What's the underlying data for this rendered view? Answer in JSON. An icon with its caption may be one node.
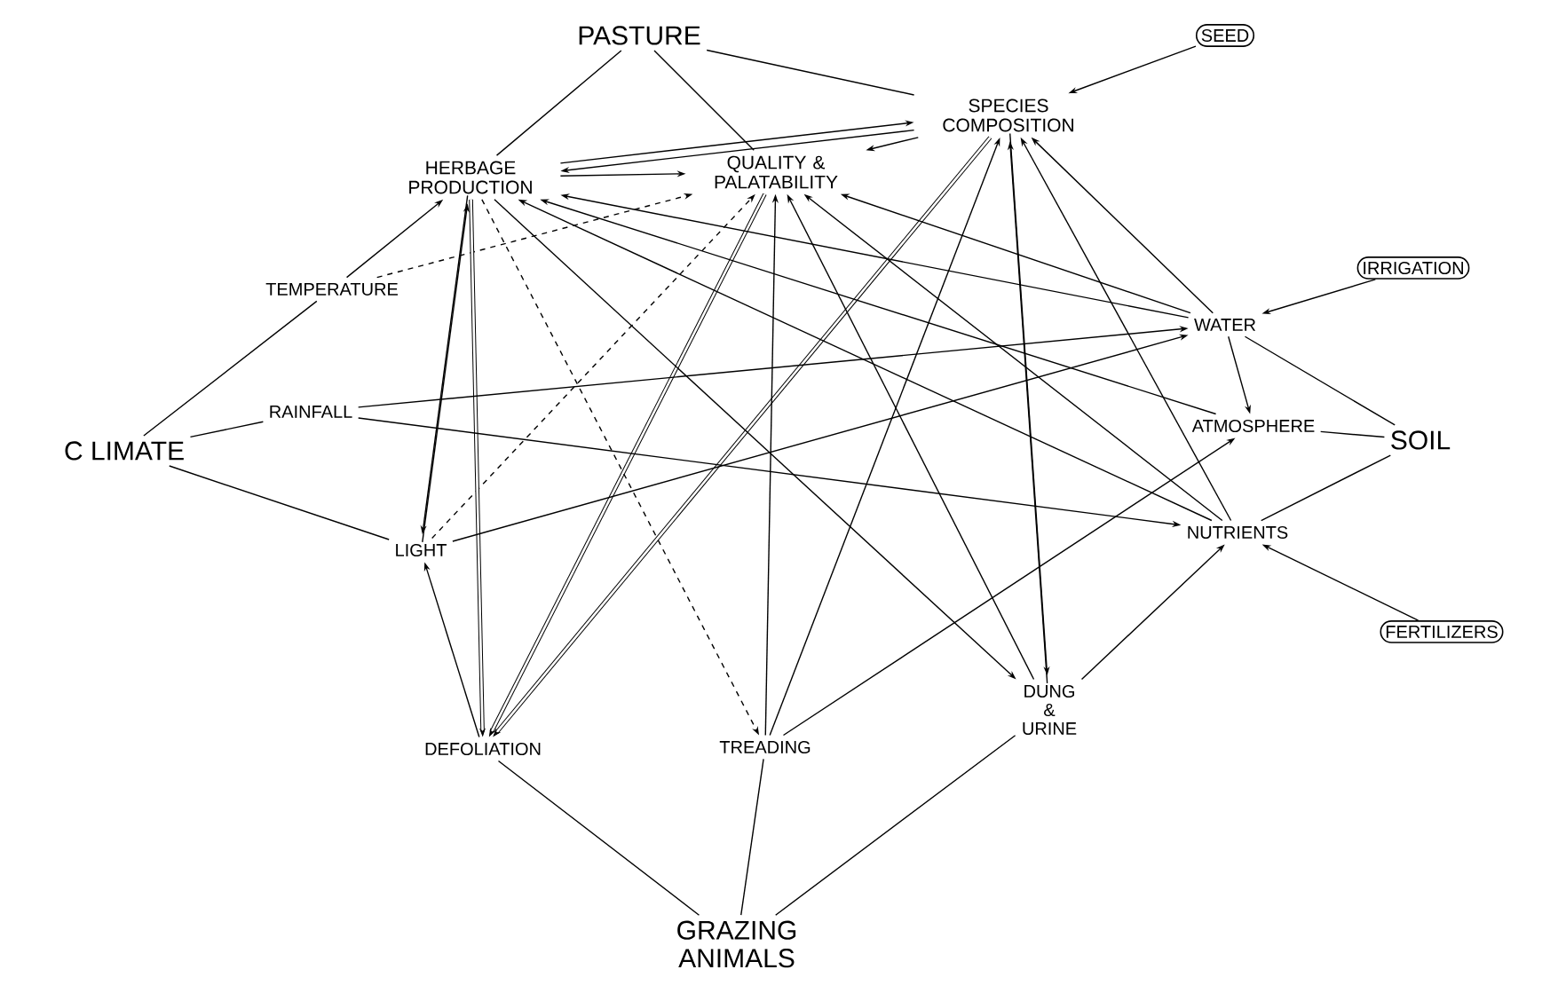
{
  "diagram": {
    "nodes": [
      {
        "text": [
          "PASTURE"
        ]
      },
      {
        "text": [
          "HERBAGE PRODUCTION"
        ]
      },
      {
        "text": [
          "QUALITY & PALATABILITY"
        ]
      },
      {
        "text": [
          "SPECIES COMPOSITION"
        ]
      },
      {
        "text": [
          "SEED"
        ]
      },
      {
        "text": [
          "TEMPERATURE"
        ]
      },
      {
        "text": [
          "RAINFALL"
        ]
      },
      {
        "text": [
          "C LIMATE"
        ]
      },
      {
        "text": [
          "LIGHT"
        ]
      },
      {
        "text": [
          "WATER"
        ]
      },
      {
        "text": [
          "IRRIGATION"
        ]
      },
      {
        "text": [
          "ATMOSPHERE"
        ]
      },
      {
        "text": [
          "SOIL"
        ]
      },
      {
        "text": [
          "NUTRIENTS"
        ]
      },
      {
        "text": [
          "FERTILIZERS"
        ]
      },
      {
        "text": [
          "DEFOLIATION"
        ]
      },
      {
        "text": [
          "TREADING"
        ]
      },
      {
        "text": [
          "DUNG & URINE"
        ]
      },
      {
        "text": [
          "GRAZING ANIMALS"
        ]
      }
    ],
    "edges": [
      {
        "from": 0,
        "to": 1,
        "arrow": "none"
      },
      {
        "from": 0,
        "to": 3,
        "arrow": "none"
      },
      {
        "from": 0,
        "to": 2,
        "arrow": "none"
      },
      {
        "from": 1,
        "to": 3,
        "arrow": "to"
      },
      {
        "from": 3,
        "to": 1,
        "arrow": "to"
      },
      {
        "from": 1,
        "to": 2,
        "arrow": "to"
      },
      {
        "from": 3,
        "to": 2,
        "arrow": "to"
      },
      {
        "from": 4,
        "to": 3,
        "arrow": "to"
      },
      {
        "from": 7,
        "to": 5,
        "arrow": "none"
      },
      {
        "from": 7,
        "to": 6,
        "arrow": "none"
      },
      {
        "from": 7,
        "to": 8,
        "arrow": "none"
      },
      {
        "from": 5,
        "to": 1,
        "arrow": "to"
      },
      {
        "from": 5,
        "to": 2,
        "arrow": "to",
        "style": "dashed"
      },
      {
        "from": 8,
        "to": 2,
        "arrow": "to",
        "style": "dashed"
      },
      {
        "from": 8,
        "to": 1,
        "arrow": "to"
      },
      {
        "from": 1,
        "to": 8,
        "arrow": "to"
      },
      {
        "from": 1,
        "to": 15,
        "arrow": "to",
        "style": "thick"
      },
      {
        "from": 2,
        "to": 15,
        "arrow": "to",
        "style": "thick"
      },
      {
        "from": 3,
        "to": 15,
        "arrow": "to",
        "style": "thick"
      },
      {
        "from": 15,
        "to": 8,
        "arrow": "to"
      },
      {
        "from": 1,
        "to": 16,
        "arrow": "to",
        "style": "dashed"
      },
      {
        "from": 1,
        "to": 17,
        "arrow": "to"
      },
      {
        "from": 9,
        "to": 1,
        "arrow": "to"
      },
      {
        "from": 9,
        "to": 2,
        "arrow": "to"
      },
      {
        "from": 9,
        "to": 3,
        "arrow": "to"
      },
      {
        "from": 11,
        "to": 1,
        "arrow": "to"
      },
      {
        "from": 13,
        "to": 1,
        "arrow": "to"
      },
      {
        "from": 13,
        "to": 2,
        "arrow": "to"
      },
      {
        "from": 13,
        "to": 3,
        "arrow": "to"
      },
      {
        "from": 6,
        "to": 9,
        "arrow": "to"
      },
      {
        "from": 6,
        "to": 13,
        "arrow": "to"
      },
      {
        "from": 8,
        "to": 9,
        "arrow": "to"
      },
      {
        "from": 9,
        "to": 11,
        "arrow": "to"
      },
      {
        "from": 10,
        "to": 9,
        "arrow": "to"
      },
      {
        "from": 12,
        "to": 9,
        "arrow": "none"
      },
      {
        "from": 12,
        "to": 11,
        "arrow": "none"
      },
      {
        "from": 12,
        "to": 13,
        "arrow": "none"
      },
      {
        "from": 14,
        "to": 13,
        "arrow": "to"
      },
      {
        "from": 16,
        "to": 11,
        "arrow": "to"
      },
      {
        "from": 16,
        "to": 3,
        "arrow": "to"
      },
      {
        "from": 16,
        "to": 2,
        "arrow": "to"
      },
      {
        "from": 17,
        "to": 13,
        "arrow": "to"
      },
      {
        "from": 3,
        "to": 17,
        "arrow": "to"
      },
      {
        "from": 17,
        "to": 3,
        "arrow": "to"
      },
      {
        "from": 17,
        "to": 2,
        "arrow": "to"
      },
      {
        "from": 18,
        "to": 15,
        "arrow": "none"
      },
      {
        "from": 18,
        "to": 16,
        "arrow": "none"
      },
      {
        "from": 18,
        "to": 17,
        "arrow": "none"
      }
    ]
  }
}
